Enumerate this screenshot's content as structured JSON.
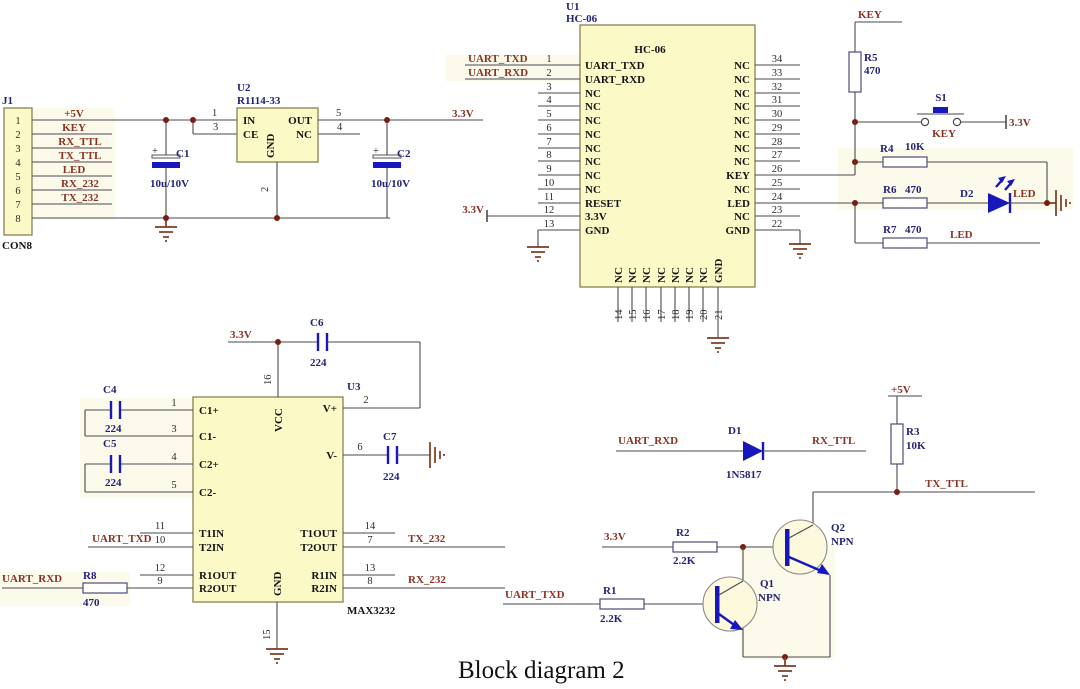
{
  "title": "Block diagram 2",
  "colors": {
    "background": "#ffffff",
    "chip_fill": "#fbf9c6",
    "chip_border": "#8f8a60",
    "net_label": "#8a3324",
    "component_ref": "#23237a",
    "pin_name": "#141414",
    "wire": "#4a4a52",
    "junction_dot": "#7a1c12",
    "blue_symbol": "#1717bd",
    "ground": "#7a3b22"
  },
  "j1": {
    "ref": "J1",
    "footprint": "CON8",
    "pins": [
      "1",
      "2",
      "3",
      "4",
      "5",
      "6",
      "7",
      "8"
    ],
    "nets": [
      "+5V",
      "KEY",
      "RX_TTL",
      "TX_TTL",
      "LED",
      "RX_232",
      "TX_232"
    ]
  },
  "c1": {
    "ref": "C1",
    "value": "10u/10V",
    "plus": "+"
  },
  "c2": {
    "ref": "C2",
    "value": "10u/10V",
    "plus": "+"
  },
  "u2": {
    "ref": "U2",
    "part": "R1114-33",
    "out_net": "3.3V",
    "pins": {
      "in": {
        "num": "1",
        "name": "IN"
      },
      "ce": {
        "num": "3",
        "name": "CE"
      },
      "out": {
        "num": "5",
        "name": "OUT"
      },
      "nc": {
        "num": "4",
        "name": "NC"
      },
      "gnd": {
        "num": "2",
        "name": "GND"
      }
    }
  },
  "u1": {
    "ref": "U1",
    "part": "HC-06",
    "inner_title": "HC-06",
    "nets": {
      "txd": "UART_TXD",
      "rxd": "UART_RXD",
      "v33": "3.3V"
    },
    "left": [
      {
        "num": "1",
        "name": "UART_TXD"
      },
      {
        "num": "2",
        "name": "UART_RXD"
      },
      {
        "num": "3",
        "name": "NC"
      },
      {
        "num": "4",
        "name": "NC"
      },
      {
        "num": "5",
        "name": "NC"
      },
      {
        "num": "6",
        "name": "NC"
      },
      {
        "num": "7",
        "name": "NC"
      },
      {
        "num": "8",
        "name": "NC"
      },
      {
        "num": "9",
        "name": "NC"
      },
      {
        "num": "10",
        "name": "NC"
      },
      {
        "num": "11",
        "name": "RESET"
      },
      {
        "num": "12",
        "name": "3.3V"
      },
      {
        "num": "13",
        "name": "GND"
      }
    ],
    "right": [
      {
        "num": "34",
        "name": "NC"
      },
      {
        "num": "33",
        "name": "NC"
      },
      {
        "num": "32",
        "name": "NC"
      },
      {
        "num": "31",
        "name": "NC"
      },
      {
        "num": "30",
        "name": "NC"
      },
      {
        "num": "29",
        "name": "NC"
      },
      {
        "num": "28",
        "name": "NC"
      },
      {
        "num": "27",
        "name": "NC"
      },
      {
        "num": "26",
        "name": "KEY"
      },
      {
        "num": "25",
        "name": "NC"
      },
      {
        "num": "24",
        "name": "LED"
      },
      {
        "num": "23",
        "name": "NC"
      },
      {
        "num": "22",
        "name": "GND"
      }
    ],
    "bottom": [
      {
        "num": "14",
        "name": "NC"
      },
      {
        "num": "15",
        "name": "NC"
      },
      {
        "num": "16",
        "name": "NC"
      },
      {
        "num": "17",
        "name": "NC"
      },
      {
        "num": "18",
        "name": "NC"
      },
      {
        "num": "19",
        "name": "NC"
      },
      {
        "num": "20",
        "name": "NC"
      },
      {
        "num": "21",
        "name": "GND"
      }
    ]
  },
  "key_led": {
    "key_net": "KEY",
    "r5_ref": "R5",
    "r5_val": "470",
    "s1_ref": "S1",
    "s1_net": "KEY",
    "s1_v33": "3.3V",
    "r4_ref": "R4",
    "r4_val": "10K",
    "r6_ref": "R6",
    "r6_val": "470",
    "d2_ref": "D2",
    "d2_net": "LED",
    "r7_ref": "R7",
    "r7_val": "470",
    "r7_net": "LED"
  },
  "u3": {
    "ref": "U3",
    "part": "MAX3232",
    "v33": "3.3V",
    "c4": {
      "ref": "C4",
      "value": "224"
    },
    "c5": {
      "ref": "C5",
      "value": "224"
    },
    "c6": {
      "ref": "C6",
      "value": "224"
    },
    "c7": {
      "ref": "C7",
      "value": "224"
    },
    "r8": {
      "ref": "R8",
      "value": "470"
    },
    "vcc": {
      "num": "16",
      "name": "VCC"
    },
    "gnd": {
      "num": "15",
      "name": "GND"
    },
    "left": [
      {
        "num": "1",
        "name": "C1+"
      },
      {
        "num": "3",
        "name": "C1-"
      },
      {
        "num": "4",
        "name": "C2+"
      },
      {
        "num": "5",
        "name": "C2-"
      },
      {
        "num": "11",
        "name": "T1IN"
      },
      {
        "num": "10",
        "name": "T2IN"
      },
      {
        "num": "12",
        "name": "R1OUT"
      },
      {
        "num": "9",
        "name": "R2OUT"
      }
    ],
    "right": [
      {
        "num": "2",
        "name": "V+"
      },
      {
        "num": "6",
        "name": "V-"
      },
      {
        "num": "14",
        "name": "T1OUT"
      },
      {
        "num": "7",
        "name": "T2OUT"
      },
      {
        "num": "13",
        "name": "R1IN"
      },
      {
        "num": "8",
        "name": "R2IN"
      }
    ],
    "nets": {
      "txd": "UART_TXD",
      "rxd": "UART_RXD",
      "tx232": "TX_232",
      "rx232": "RX_232"
    }
  },
  "level": {
    "rxd": "UART_RXD",
    "d1_ref": "D1",
    "d1_val": "1N5817",
    "rx_ttl": "RX_TTL",
    "v5": "+5V",
    "r3_ref": "R3",
    "r3_val": "10K",
    "tx_ttl": "TX_TTL",
    "v33": "3.3V",
    "r2_ref": "R2",
    "r2_val": "2.2K",
    "q2_ref": "Q2",
    "q2_type": "NPN",
    "q1_ref": "Q1",
    "q1_type": "NPN",
    "r1_ref": "R1",
    "r1_val": "2.2K",
    "txd": "UART_TXD"
  }
}
